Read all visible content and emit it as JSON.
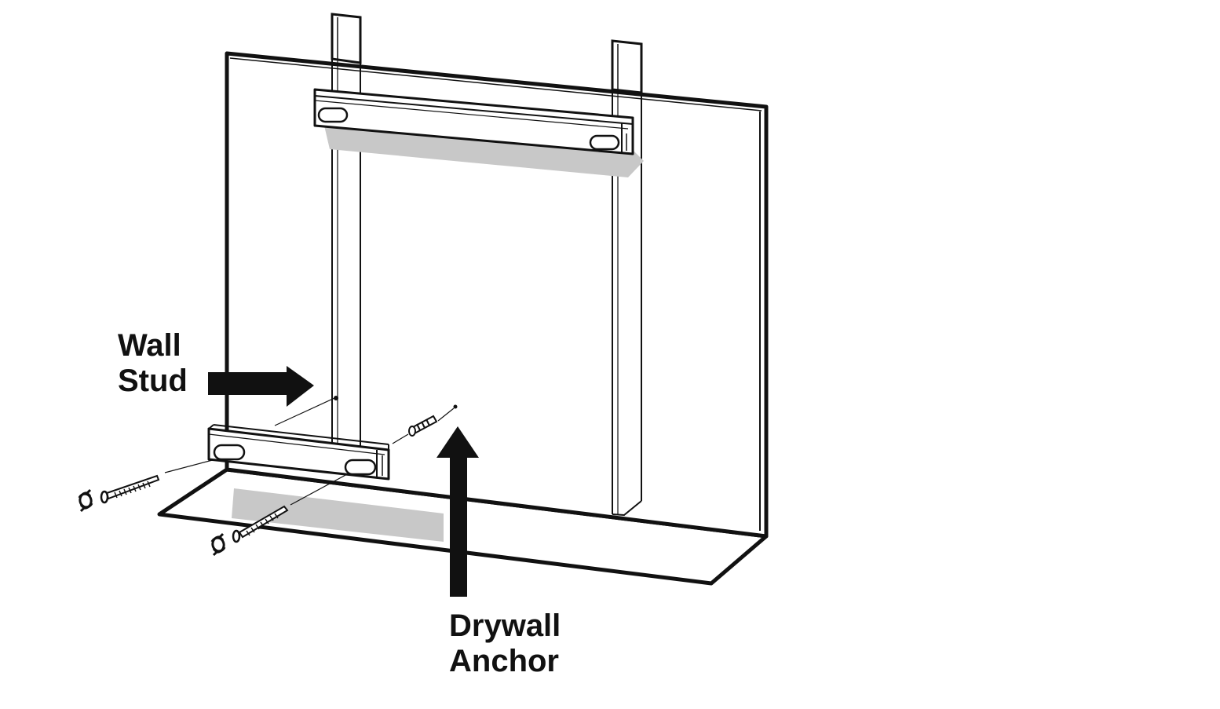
{
  "labels": {
    "wall_stud": [
      "Wall",
      "Stud"
    ],
    "drywall_anchor": [
      "Drywall",
      "Anchor"
    ]
  },
  "colors": {
    "ink": "#111111",
    "shadow": "#c8c8c8",
    "paper": "#ffffff"
  }
}
